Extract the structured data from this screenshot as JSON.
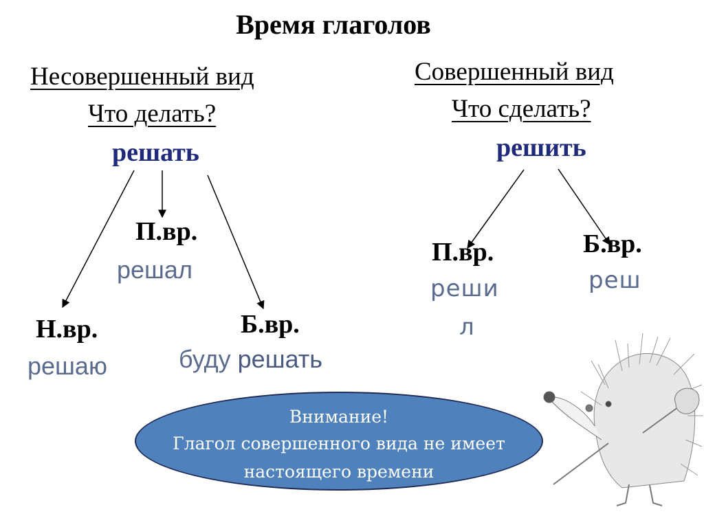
{
  "title": "Время глаголов",
  "imperfective": {
    "aspect": "Несовершенный  вид",
    "question": "Что делать?",
    "verb": "решать",
    "past": {
      "label": "П.вр.",
      "form": "решал"
    },
    "present": {
      "label": "Н.вр.",
      "form": "решаю"
    },
    "future": {
      "label": "Б.вр.",
      "form_aux": "буду",
      "form_main": "решать"
    }
  },
  "perfective": {
    "aspect": "Совершенный вид",
    "question": "Что сделать?",
    "verb": "решить",
    "past": {
      "label": "П.вр.",
      "form_line1": "реши",
      "form_line2": "л"
    },
    "future": {
      "label": "Б.вр.",
      "form": "реш"
    }
  },
  "note": {
    "heading": "Внимание!",
    "line1": "Глагол совершенного вида не имеет",
    "line2": "настоящего времени"
  },
  "illustration": {
    "icon": "hedgehog-icon"
  },
  "colors": {
    "verb": "#1f2a7a",
    "form": "#5a6b8e",
    "ellipse": "#4f81bd"
  }
}
